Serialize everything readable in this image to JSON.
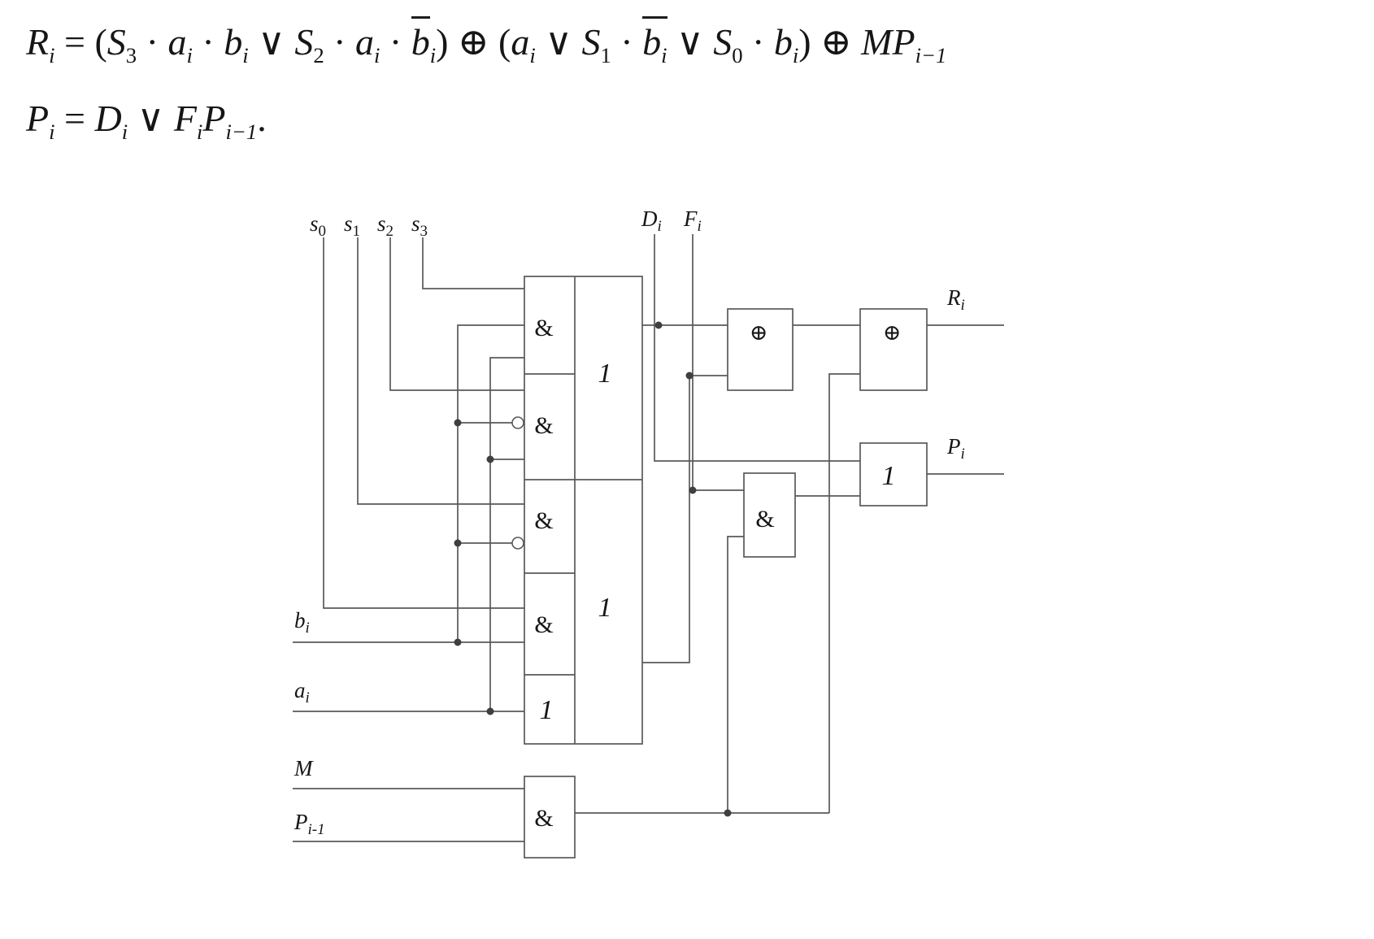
{
  "formulas": {
    "r": [
      "R",
      "i",
      " = (",
      "S",
      "3",
      " · ",
      "a",
      "i",
      " · ",
      "b",
      "i",
      " ∨ ",
      "S",
      "2",
      " · ",
      "a",
      "i",
      " · ",
      "b",
      "i",
      ") ⊕ (",
      "a",
      "i",
      " ∨ ",
      "S",
      "1",
      " · ",
      "b",
      "i",
      " ∨ ",
      "S",
      "0",
      " · ",
      "b",
      "i",
      ") ⊕ ",
      "MP",
      "i−1"
    ],
    "p": [
      "P",
      "i",
      " = ",
      "D",
      "i",
      " ∨ ",
      "F",
      "i",
      "P",
      "i−1",
      "."
    ]
  },
  "diagram": {
    "labels": {
      "s0": {
        "base": "s",
        "sub": "0"
      },
      "s1": {
        "base": "s",
        "sub": "1"
      },
      "s2": {
        "base": "s",
        "sub": "2"
      },
      "s3": {
        "base": "s",
        "sub": "3"
      },
      "di": {
        "base": "D",
        "sub": "i"
      },
      "fi": {
        "base": "F",
        "sub": "i"
      },
      "bi": {
        "base": "b",
        "sub": "i"
      },
      "ai": {
        "base": "a",
        "sub": "i"
      },
      "m": {
        "base": "M"
      },
      "pprev": {
        "base": "P",
        "sub": "i-1"
      },
      "ri": {
        "base": "R",
        "sub": "i"
      },
      "pi": {
        "base": "P",
        "sub": "i"
      }
    },
    "gates": {
      "and": "&",
      "or": "1",
      "xor": "⊕"
    }
  },
  "colors": {
    "line": "#595959",
    "ink": "#161616"
  }
}
